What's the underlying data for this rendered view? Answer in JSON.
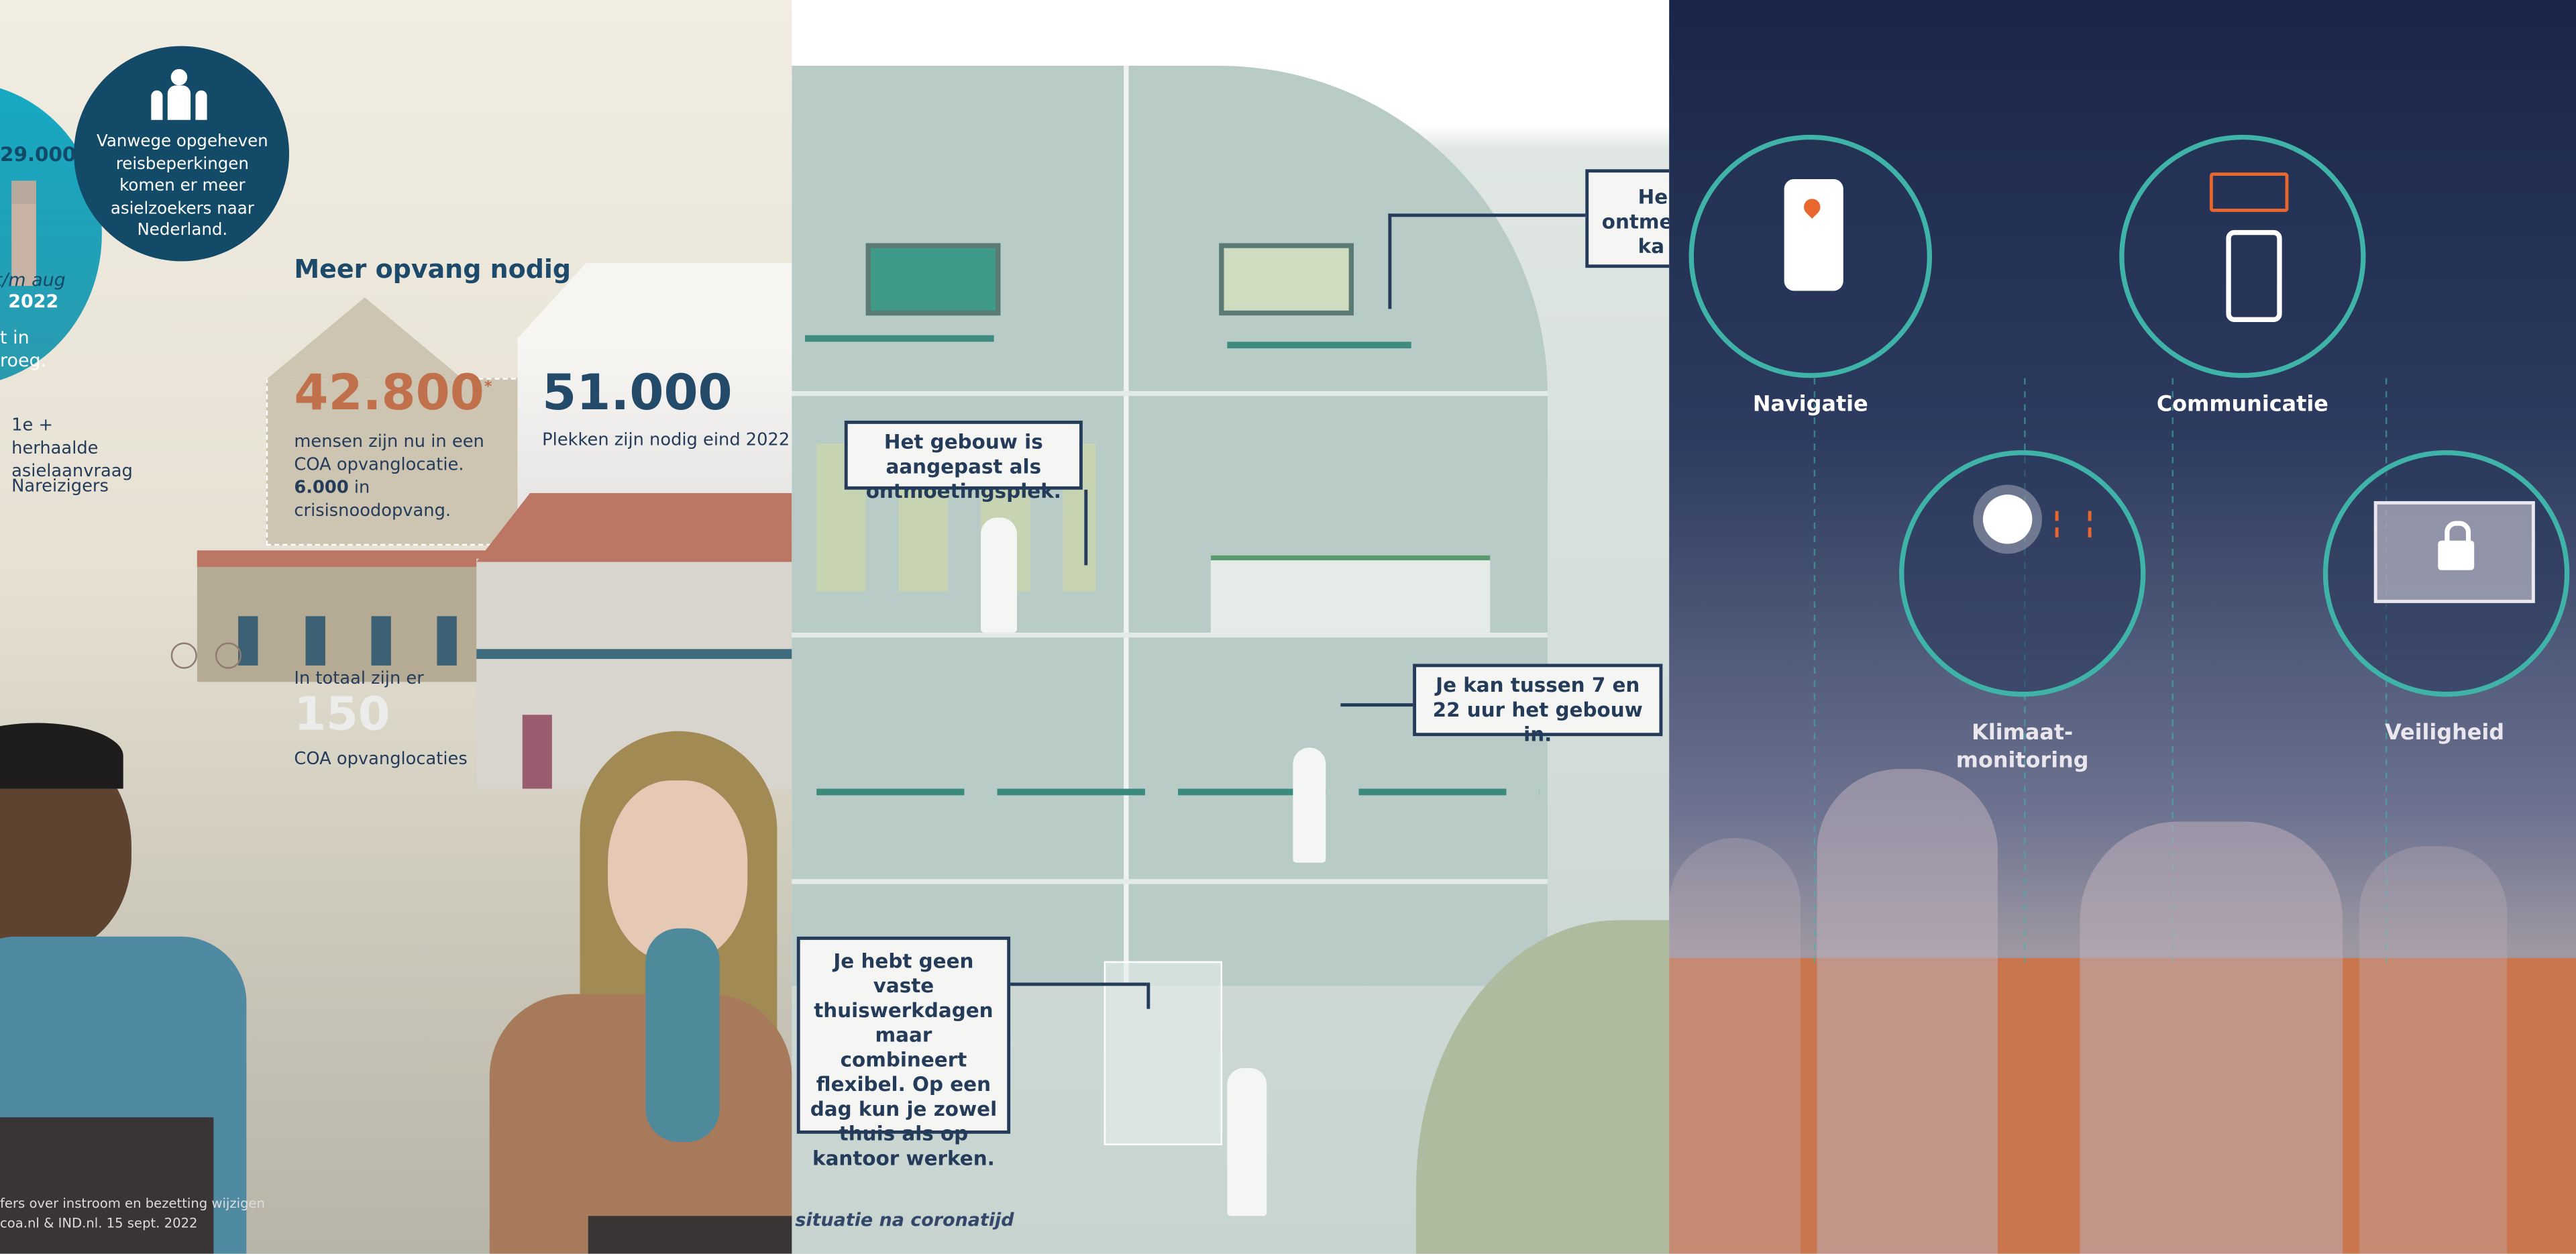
{
  "panel_left": {
    "stat_value": "29.000",
    "period": "t/m aug",
    "year": "2022",
    "partial_text": [
      "t in",
      "roeg."
    ],
    "legend": [
      "1e + herhaalde asielaanvraag",
      "Nareizigers"
    ],
    "bubble_text": "Vanwege opgeheven reisbeperkingen komen er meer asielzoekers naar Nederland.",
    "heading": "Meer opvang nodig",
    "current_number": "42.800",
    "current_asterisk": "*",
    "current_text_a": "mensen zijn nu in een COA opvanglocatie.",
    "current_bold": "6.000",
    "current_text_b": "in crisisnoodopvang.",
    "needed_number": "51.000",
    "needed_text": "Plekken zijn nodig eind 2022",
    "total_intro": "In totaal zijn er",
    "total_number": "150",
    "total_text": "COA opvanglocaties",
    "footnote_1": "fers over instroom en bezetting wijzigen",
    "footnote_2": "coa.nl & IND.nl. 15 sept. 2022",
    "colors": {
      "teal": "#1ba2b8",
      "navy": "#124a68",
      "orange": "#c0704a"
    }
  },
  "panel_middle": {
    "label_top_right": [
      "He",
      "ontme",
      "ka"
    ],
    "label_meeting": "Het gebouw is aangepast als ontmoetingsplek.",
    "label_hours": "Je kan tussen 7 en 22 uur het gebouw in.",
    "label_flexible": "Je hebt geen vaste thuiswerkdagen maar combineert flexibel. Op een dag kun je zowel thuis als op kantoor werken.",
    "caption": "situatie na coronatijd"
  },
  "panel_right": {
    "items": [
      {
        "label": "Navigatie",
        "icon": "phone-map-icon"
      },
      {
        "label": "Communicatie",
        "icon": "phone-chat-icon"
      },
      {
        "label": "Klimaat-\nmonitoring",
        "label_lines": [
          "Klimaat-",
          "monitoring"
        ],
        "icon": "sun-heat-icon"
      },
      {
        "label": "Veiligheid",
        "icon": "laptop-lock-icon"
      }
    ],
    "colors": {
      "ring": "#3fb3a7",
      "accent": "#e8672e",
      "ground": "#c9764f"
    }
  }
}
